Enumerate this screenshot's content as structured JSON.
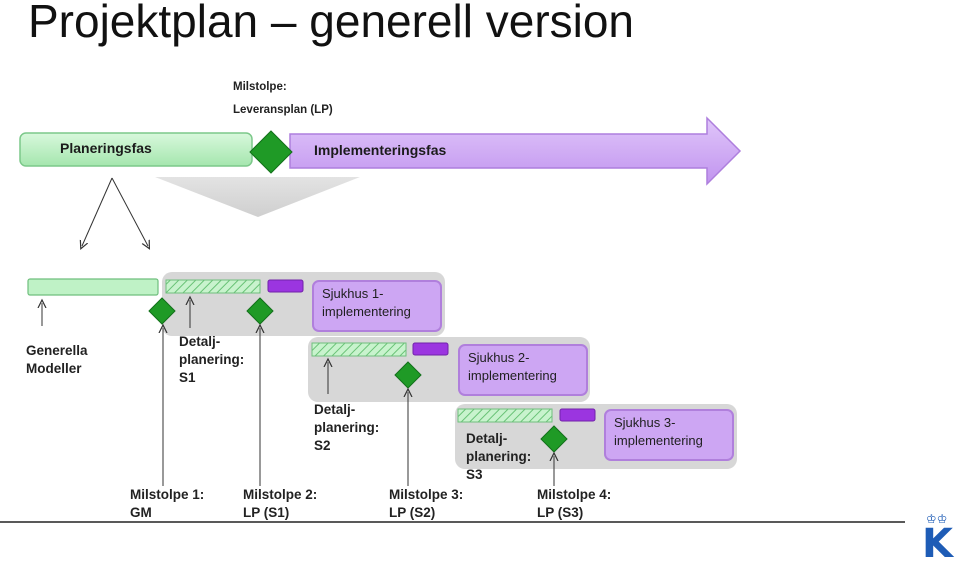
{
  "title": "Projektplan – generell version",
  "milestone_header": {
    "line1": "Milstolpe:",
    "line2": "Leveransplan (LP)"
  },
  "phases": {
    "planning": "Planeringsfas",
    "implementation": "Implementeringsfas"
  },
  "general_models": {
    "line1": "Generella",
    "line2": "Modeller"
  },
  "detail_planning": [
    {
      "line1": "Detalj-",
      "line2": "planering:",
      "line3": "S1"
    },
    {
      "line1": "Detalj-",
      "line2": "planering:",
      "line3": "S2"
    },
    {
      "line1": "Detalj-",
      "line2": "planering:",
      "line3": "S3"
    }
  ],
  "implementations": [
    {
      "line1": "Sjukhus 1-",
      "line2": "implementering"
    },
    {
      "line1": "Sjukhus 2-",
      "line2": "implementering"
    },
    {
      "line1": "Sjukhus 3-",
      "line2": "implementering"
    }
  ],
  "milestones": [
    {
      "line1": "Milstolpe 1:",
      "line2": "GM"
    },
    {
      "line1": "Milstolpe 2:",
      "line2": "LP (S1)"
    },
    {
      "line1": "Milstolpe 3:",
      "line2": "LP (S2)"
    },
    {
      "line1": "Milstolpe 4:",
      "line2": "LP (S3)"
    }
  ],
  "colors": {
    "planning_green": "#b7f0bf",
    "implementation_purple": "#cda6f3",
    "milestone_green": "#1f9a26",
    "stage_gray": "#d7d7d7",
    "logo_blue": "#1e5cb6"
  },
  "logo": {
    "letter": "K",
    "icon": "crown-icon"
  }
}
